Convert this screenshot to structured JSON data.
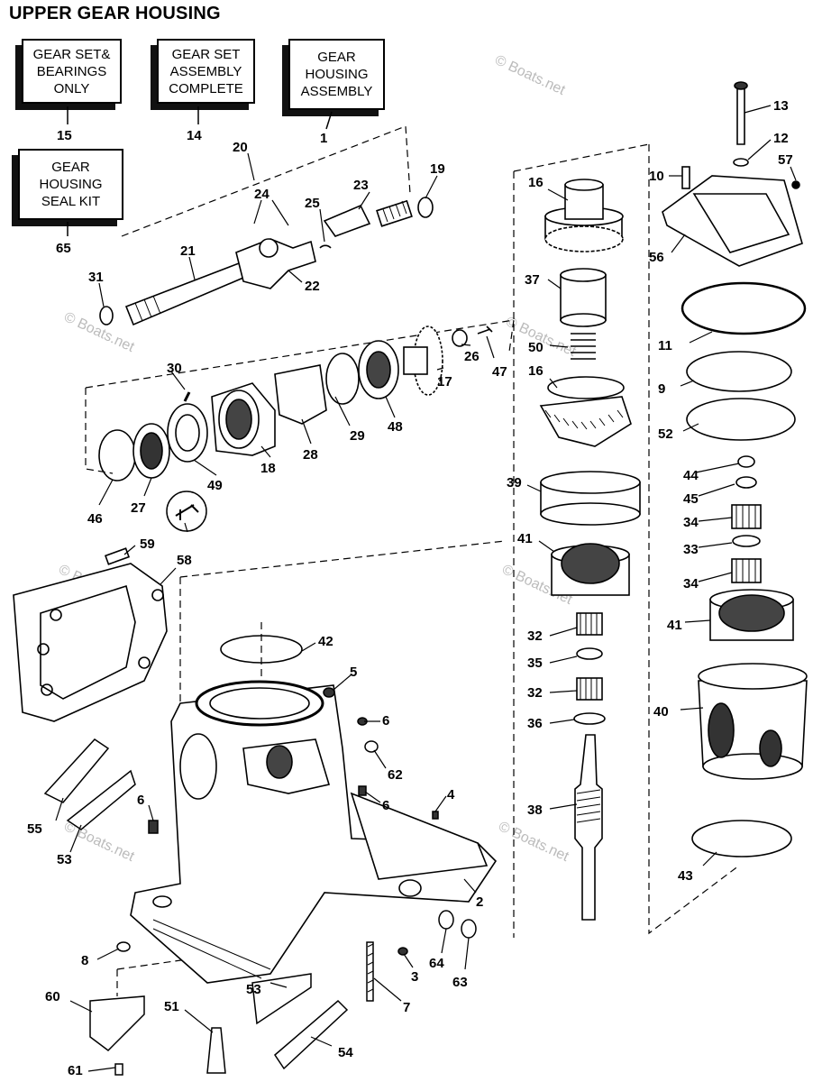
{
  "title": "UPPER GEAR HOUSING",
  "kits": [
    {
      "label": "GEAR SET&\nBEARINGS\nONLY",
      "ref": "15"
    },
    {
      "label": "GEAR SET\nASSEMBLY\nCOMPLETE",
      "ref": "14"
    },
    {
      "label": "GEAR\nHOUSING\nASSEMBLY",
      "ref": "1"
    },
    {
      "label": "GEAR\nHOUSING\nSEAL KIT",
      "ref": "65"
    }
  ],
  "watermark": "© Boats.net",
  "part_numbers": [
    "20",
    "24",
    "23",
    "25",
    "19",
    "21",
    "22",
    "31",
    "30",
    "29",
    "28",
    "48",
    "17",
    "26",
    "47",
    "18",
    "49",
    "27",
    "46",
    "16",
    "37",
    "50",
    "39",
    "41",
    "32",
    "35",
    "36",
    "38",
    "13",
    "12",
    "10",
    "57",
    "56",
    "11",
    "9",
    "52",
    "44",
    "45",
    "34",
    "33",
    "40",
    "43",
    "59",
    "58",
    "42",
    "5",
    "6",
    "62",
    "4",
    "55",
    "53",
    "8",
    "60",
    "61",
    "51",
    "7",
    "3",
    "64",
    "63",
    "54",
    "2"
  ]
}
